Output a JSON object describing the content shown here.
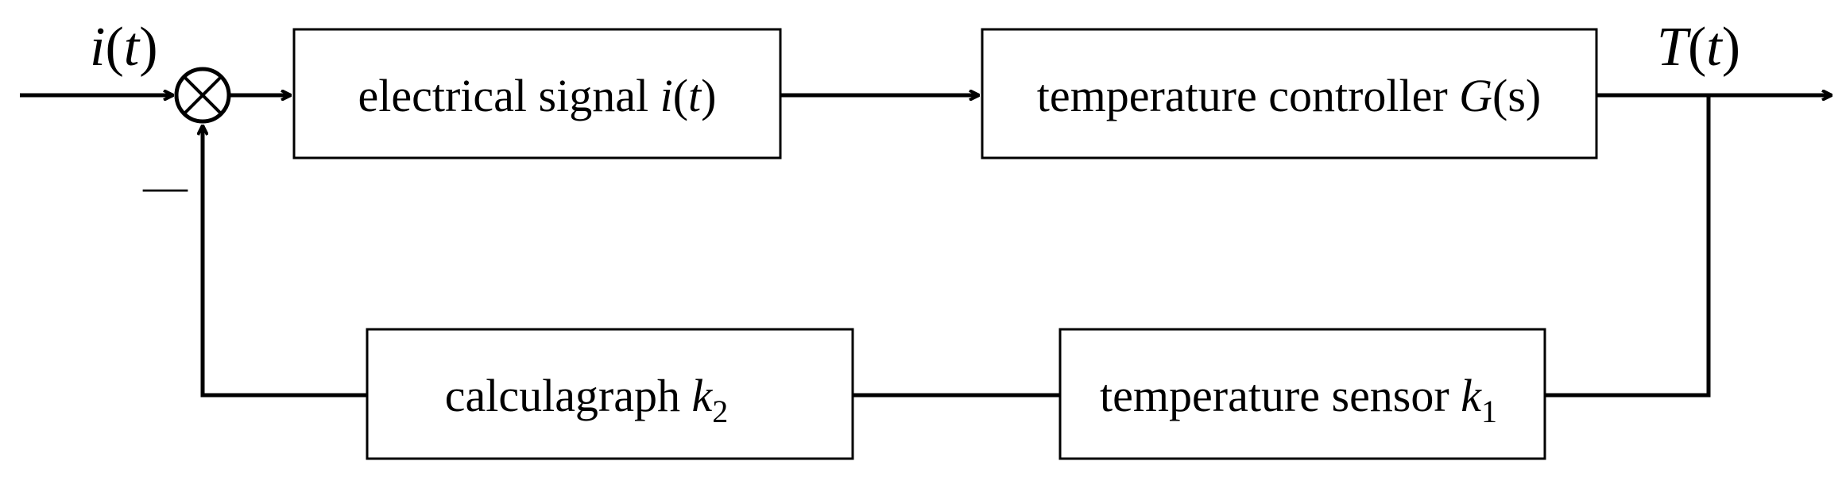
{
  "diagram": {
    "input": {
      "var": "i",
      "open": "(",
      "arg": "t",
      "close": ")"
    },
    "output": {
      "var": "T",
      "open": "(",
      "arg": "t",
      "close": ")"
    },
    "feedback_sign": "—",
    "blocks": {
      "electrical": {
        "text": "electrical signal ",
        "var": "i",
        "open": "(",
        "arg": "t",
        "close": ")"
      },
      "controller": {
        "text": "temperature controller ",
        "var": "G",
        "rest": "(s)"
      },
      "calculagraph": {
        "text": "calculagraph ",
        "var": "k",
        "sub": "2"
      },
      "sensor": {
        "text": "temperature sensor ",
        "var": "k",
        "sub": "1"
      }
    },
    "colors": {
      "line": "#000000",
      "background": "#ffffff"
    }
  }
}
